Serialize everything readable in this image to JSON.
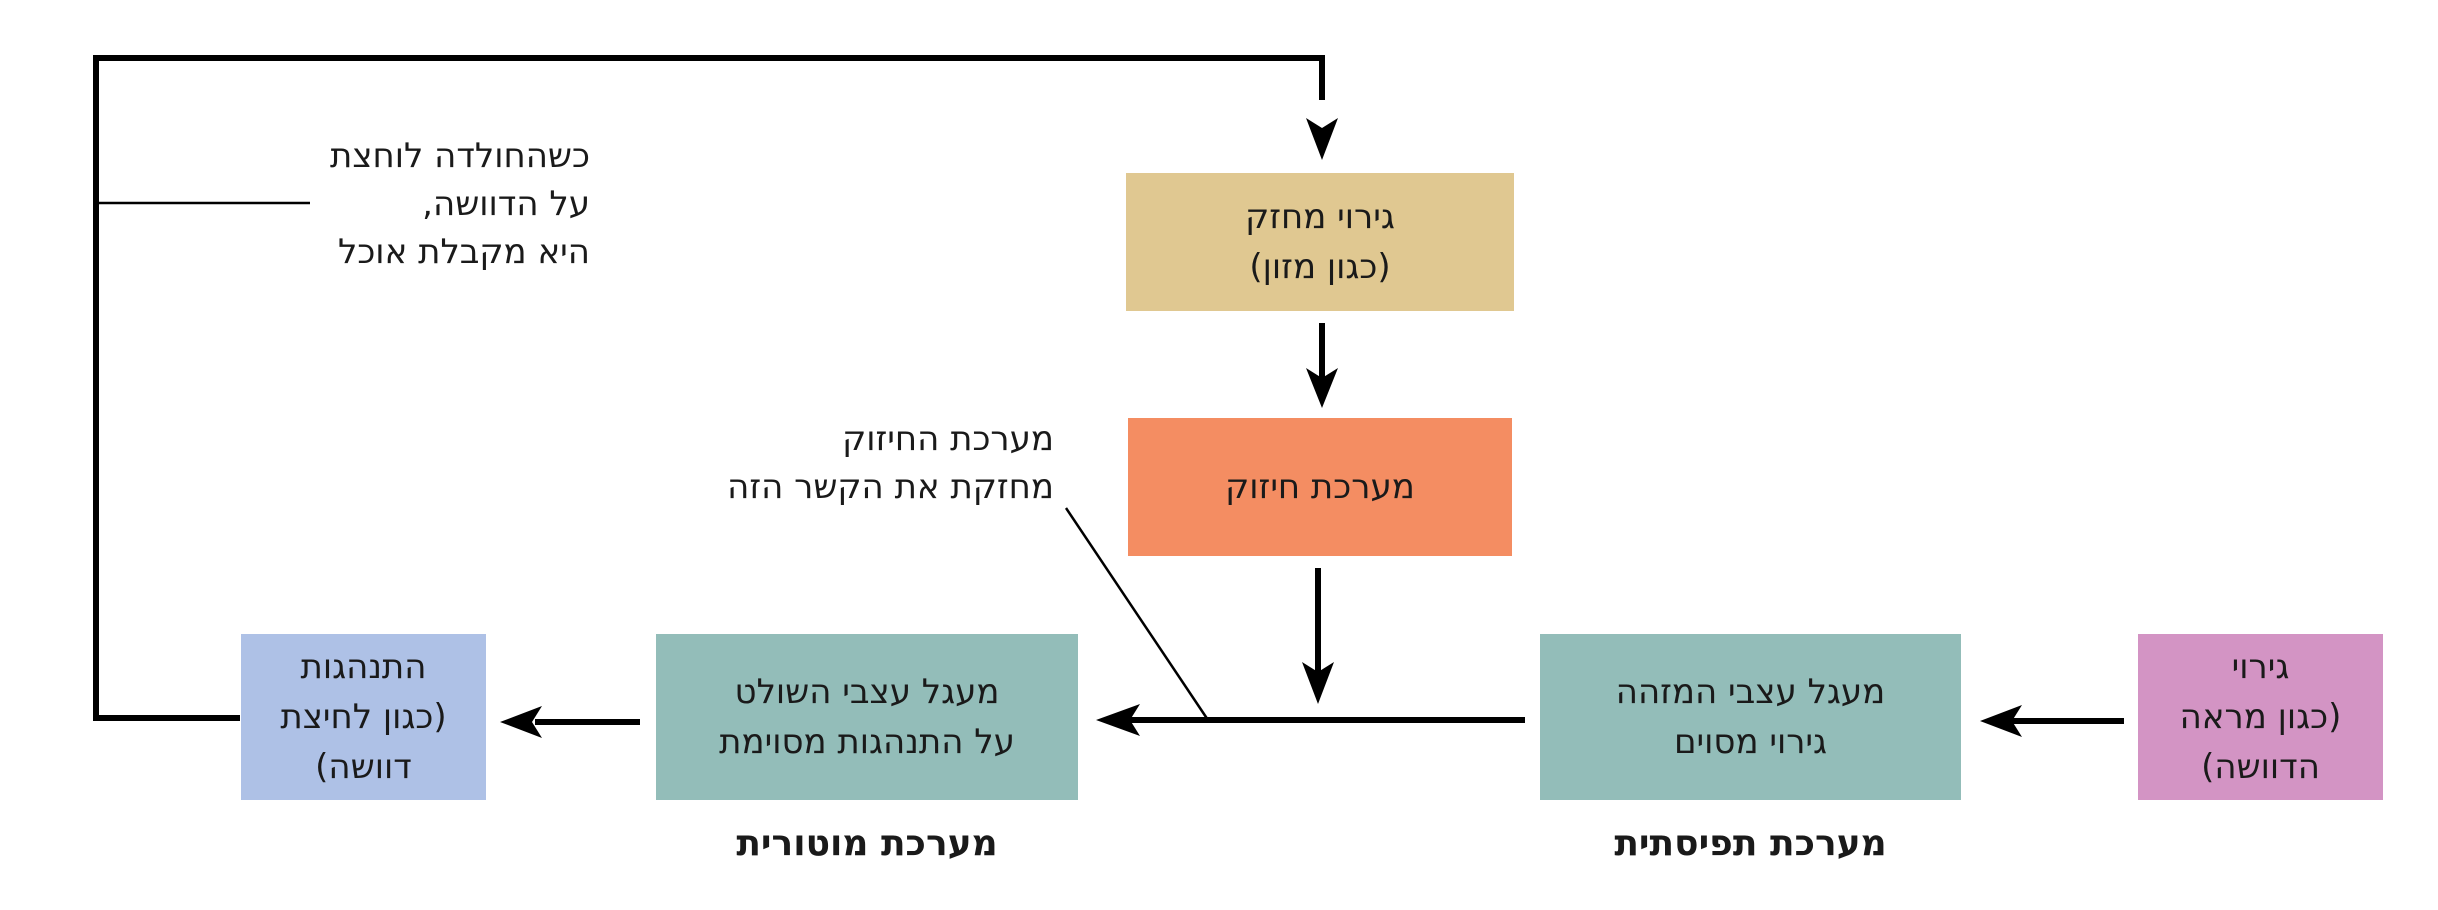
{
  "colors": {
    "reinforcer_stimulus": "#e0c891",
    "reinforcement_system": "#f48d62",
    "neural_circuit": "#93bdb9",
    "behavior": "#aec1e6",
    "stimulus": "#d394c4",
    "line": "#000000"
  },
  "boxes": {
    "reinforcer_stimulus": {
      "lines": [
        "גירוי מחזק",
        "(כגון מזון)"
      ]
    },
    "reinforcement_system": {
      "lines": [
        "מערכת חיזוק"
      ]
    },
    "stimulus": {
      "lines": [
        "גירוי",
        "(כגון מראה",
        "הדוושה)"
      ]
    },
    "detection_circuit": {
      "lines": [
        "מעגל עצבי המזהה",
        "גירוי מסוים"
      ]
    },
    "control_circuit": {
      "lines": [
        "מעגל עצבי השולט",
        "על התנהגות מסוימת"
      ]
    },
    "behavior": {
      "lines": [
        "התנהגות",
        "(כגון לחיצת",
        "דוושה)"
      ]
    }
  },
  "annotations": {
    "press_reward": [
      "כשהחולדה לוחצת",
      "על הדוושה,",
      "היא מקבלת אוכל"
    ],
    "strengthens": [
      "מערכת החיזוק",
      "מחזקת את הקשר הזה"
    ]
  },
  "system_labels": {
    "motor": "מערכת מוטורית",
    "perceptual": "מערכת תפיסתית"
  }
}
